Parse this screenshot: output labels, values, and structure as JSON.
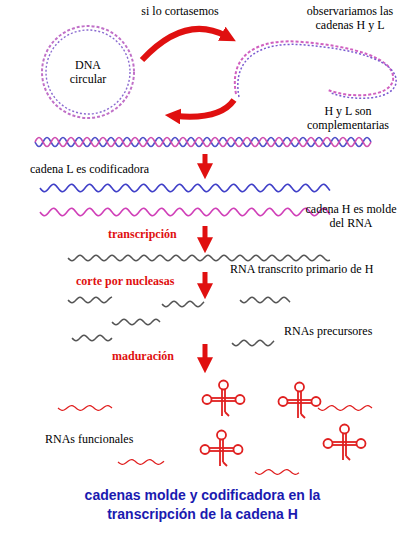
{
  "diagram": {
    "caption": "cadenas molde y codificadora en la transcripción de la cadena H",
    "nodes": [
      {
        "text": [
          "DNA circular"
        ]
      }
    ],
    "labels": [
      "si lo cortasemos",
      "observariamos las cadenas H y L",
      "H y L son complementarias",
      "cadena L es codificadora",
      "cadena H es molde del RNA",
      "transcripción",
      "RNA transcrito primario de H",
      "corte por nucleasas",
      "RNAs precursores",
      "maduración",
      "RNAs funcionales"
    ]
  }
}
